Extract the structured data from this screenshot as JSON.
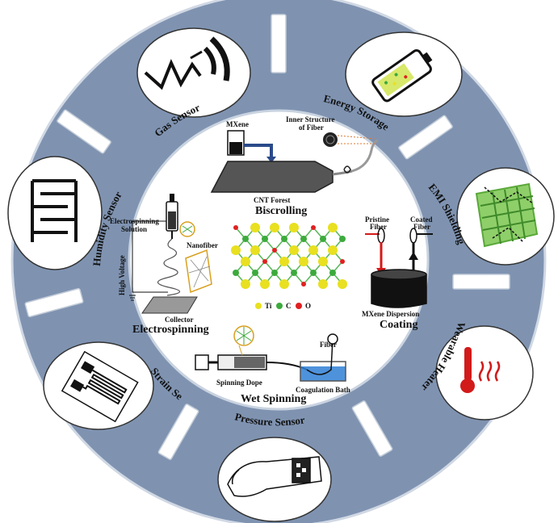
{
  "colors": {
    "ring": "#7f93b1",
    "ring_edge": "#8aa0bd",
    "white": "#ffffff",
    "ti": "#e8e020",
    "c": "#3caa3c",
    "o": "#e02020",
    "coating_liquid": "#111111",
    "bath_liquid": "#2f7fd6",
    "thermo_red": "#d21a1a",
    "mesh_green": "#5aa83a"
  },
  "applications": {
    "gas": "Gas Sensor",
    "energy": "Energy Storage",
    "emi": "EMI Shielding",
    "heater": "Wearable Heater",
    "pressure": "Pressure Sensor",
    "strain": "Strain Sensor",
    "humidity": "Humidity Sensor"
  },
  "icons": {
    "gas": "gas-sensor-icon",
    "energy": "battery-icon",
    "emi": "emi-mesh-icon",
    "heater": "thermometer-icon",
    "pressure": "wrist-sensor-icon",
    "strain": "strain-gauge-icon",
    "humidity": "humidity-comb-icon"
  },
  "methods": {
    "biscrolling": {
      "title": "Biscrolling",
      "mxene": "MXene",
      "inner1": "Inner Structure",
      "inner2": "of Fiber",
      "forest": "CNT Forest"
    },
    "coating": {
      "title": "Coating",
      "pristine1": "Pristine",
      "pristine2": "Fiber",
      "coated1": "Coated",
      "coated2": "Fiber",
      "dispersion": "MXene Dispersion"
    },
    "electrospinning": {
      "title": "Electrospinning",
      "solution1": "Electrospinning",
      "solution2": "Solution",
      "nanofiber": "Nanofiber",
      "voltage": "High Voltage",
      "collector": "Collector"
    },
    "wet_spinning": {
      "title": "Wet Spinning",
      "fiber": "Fiber",
      "dope": "Spinning Dope",
      "bath": "Coagulation Bath"
    }
  },
  "legend": {
    "ti": "Ti",
    "c": "C",
    "o": "O"
  }
}
